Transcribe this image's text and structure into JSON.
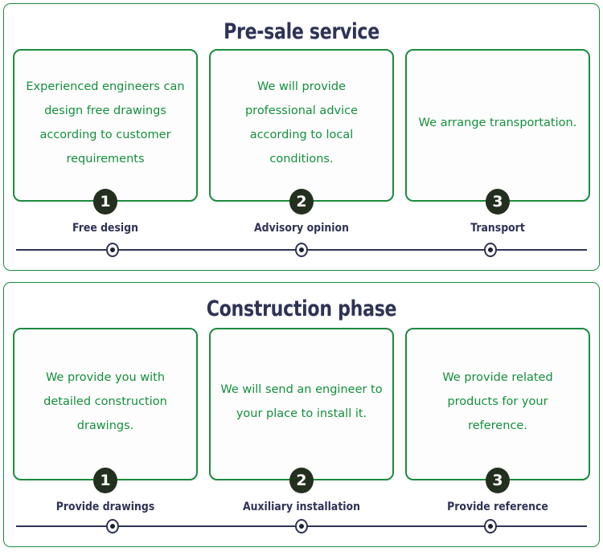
{
  "theme": {
    "panel_border": "#1b8b3e",
    "card_border": "#1b8b3e",
    "card_text": "#148f3d",
    "title_color": "#2e3356",
    "label_color": "#2e3356",
    "badge_bg": "#24301f",
    "badge_text": "#ffffff",
    "timeline_color": "#2e3356",
    "background": "#ffffff"
  },
  "sections": [
    {
      "id": "pre-sale-service",
      "title": "Pre-sale service",
      "steps": [
        {
          "number": "1",
          "body": "Experienced engineers can design free drawings according to customer requirements",
          "label": "Free design"
        },
        {
          "number": "2",
          "body": "We will provide professional advice according to local conditions.",
          "label": "Advisory opinion"
        },
        {
          "number": "3",
          "body": "We arrange transportation.",
          "label": "Transport"
        }
      ]
    },
    {
      "id": "construction-phase",
      "title": "Construction phase",
      "steps": [
        {
          "number": "1",
          "body": "We provide you with detailed construction drawings.",
          "label": "Provide drawings"
        },
        {
          "number": "2",
          "body": "We will send an engineer to your place to install it.",
          "label": "Auxiliary installation"
        },
        {
          "number": "3",
          "body": "We provide related products for your reference.",
          "label": "Provide reference"
        }
      ]
    }
  ]
}
